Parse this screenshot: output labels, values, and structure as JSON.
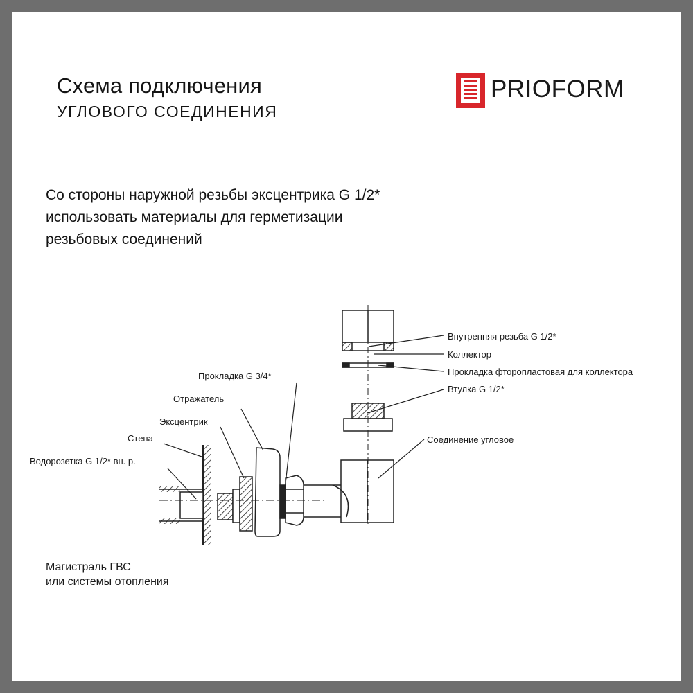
{
  "header": {
    "title_line1": "Схема подключения",
    "title_line2": "УГЛОВОГО СОЕДИНЕНИЯ"
  },
  "logo": {
    "brand": "PRIOFORM",
    "icon": "towel-rail-icon",
    "accent_color": "#d8262b"
  },
  "note": {
    "line1": "Со стороны наружной резьбы эксцентрика G 1/2*",
    "line2": "использовать материалы для герметизации",
    "line3": "резьбовых соединений"
  },
  "labels": {
    "inner_thread": "Внутренняя резьба G 1/2*",
    "collector": "Коллектор",
    "ptfe_gasket": "Прокладка фторопластовая для коллектора",
    "sleeve": "Втулка G 1/2*",
    "angle_joint": "Соединение угловое",
    "gasket_34": "Прокладка G 3/4*",
    "reflector": "Отражатель",
    "eccentric": "Эксцентрик",
    "wall": "Стена",
    "water_socket": "Водорозетка G 1/2* вн. р."
  },
  "footer": {
    "line1": "Магистраль ГВС",
    "line2": "или системы отопления"
  }
}
